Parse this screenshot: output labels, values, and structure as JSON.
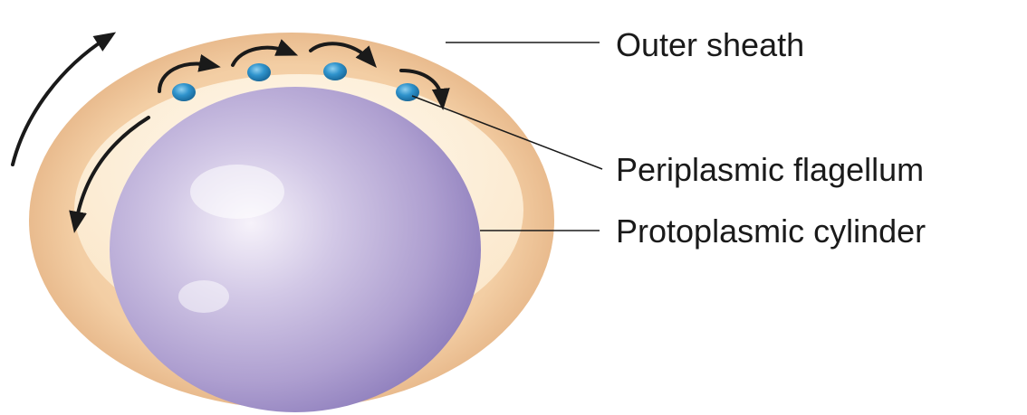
{
  "labels": {
    "outer_sheath": "Outer sheath",
    "periplasmic_flagellum": "Periplasmic flagellum",
    "protoplasmic_cylinder": "Protoplasmic cylinder"
  },
  "colors": {
    "sheath_fill": "#f2cba0",
    "sheath_edge": "#d9a273",
    "periplasm_fill": "#fdf0dc",
    "cylinder_fill": "#a493c9",
    "cylinder_highlight": "#f2eef8",
    "flagellum_fill": "#2a8bc2",
    "arrow": "#1a1a1a",
    "leader_line": "#1a1a1a"
  }
}
